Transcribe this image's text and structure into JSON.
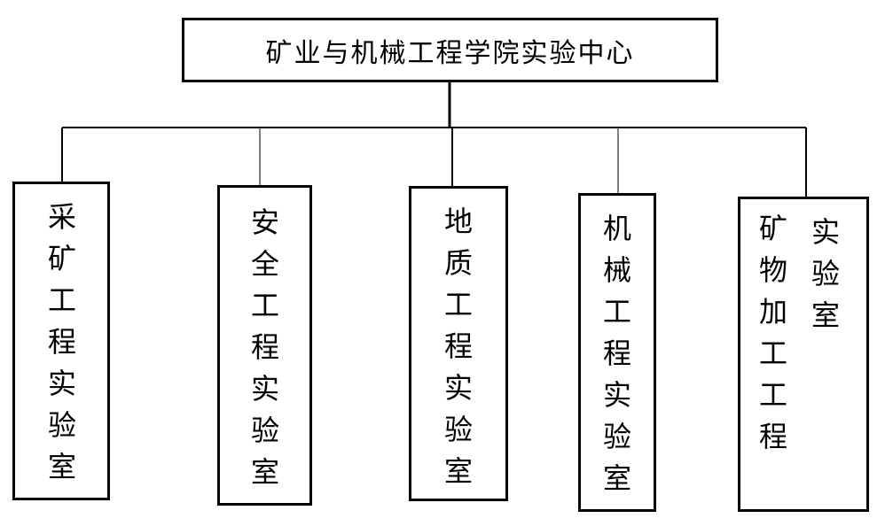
{
  "diagram": {
    "root": {
      "label": "矿业与机械工程学院实验中心"
    },
    "children": [
      {
        "label": "采矿工程实验室"
      },
      {
        "label": "安全工程实验室"
      },
      {
        "label": "地质工程实验室"
      },
      {
        "label": "机械工程实验室"
      },
      {
        "label_col1": "矿物加工工程",
        "label_col2": "实验室"
      }
    ]
  }
}
